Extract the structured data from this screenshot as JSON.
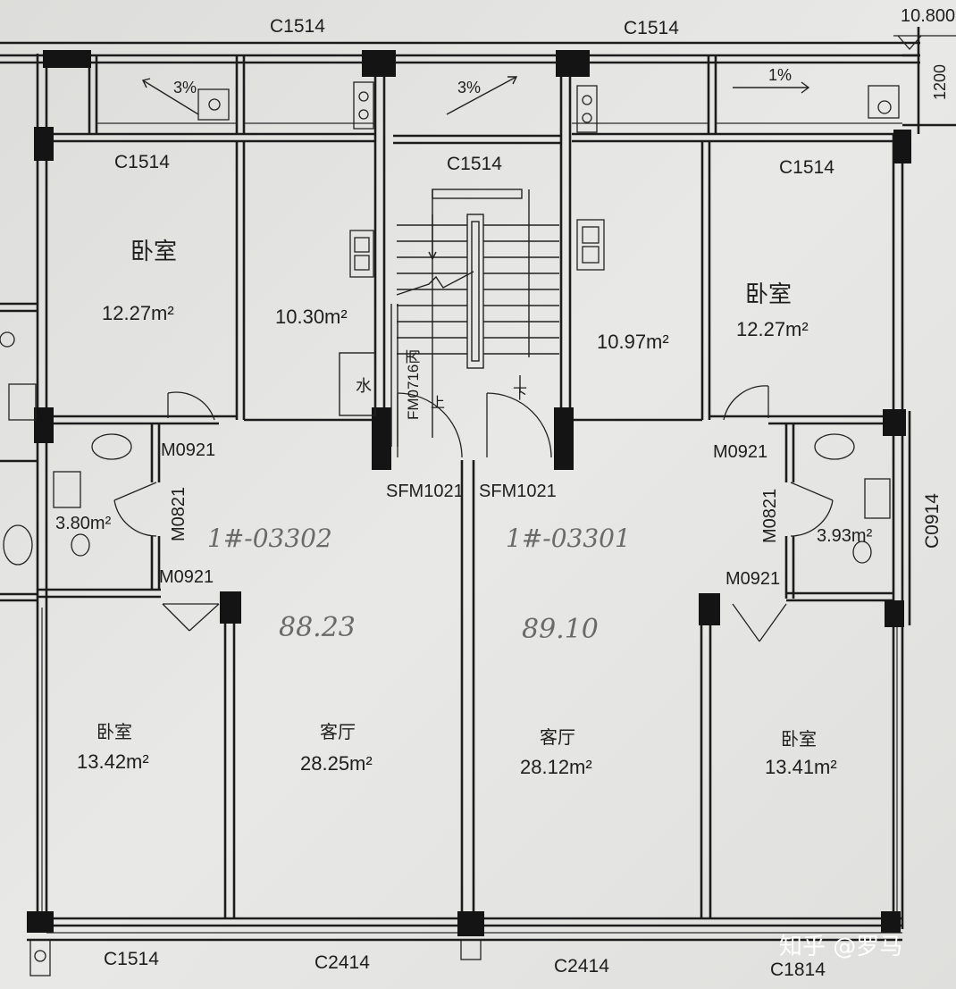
{
  "top_labels": {
    "elev": "10.800",
    "dim": "1200"
  },
  "windows": {
    "top_left": "C1514",
    "top_right": "C1514",
    "bed_tl": "C1514",
    "stair": "C1514",
    "bed_tr": "C1514",
    "bottom_left": "C1514",
    "bottom_mid1": "C2414",
    "bottom_mid2": "C2414",
    "bottom_right": "C1814",
    "side_right": "C0914"
  },
  "slopes": {
    "left": "3%",
    "mid": "3%",
    "right": "1%"
  },
  "rooms": {
    "bed_tl": {
      "name": "卧室",
      "area": "12.27m²"
    },
    "kitchen_l": {
      "area": "10.30m²"
    },
    "kitchen_r": {
      "area": "10.97m²"
    },
    "bed_tr": {
      "name": "卧室",
      "area": "12.27m²"
    },
    "bath_l": {
      "area": "3.80m²"
    },
    "bath_r": {
      "area": "3.93m²"
    },
    "bed_bl": {
      "name": "卧室",
      "area": "13.42m²"
    },
    "liv_l": {
      "name": "客厅",
      "area": "28.25m²"
    },
    "liv_r": {
      "name": "客厅",
      "area": "28.12m²"
    },
    "bed_br": {
      "name": "卧室",
      "area": "13.41m²"
    }
  },
  "doors": {
    "m0921_lt": "M0921",
    "m0821_l": "M0821",
    "m0921_lb": "M0921",
    "m0921_rt": "M0921",
    "m0821_r": "M0821",
    "m0921_rb": "M0921",
    "sfm_l": "SFM1021",
    "sfm_r": "SFM1021",
    "fm": "FM0716丙"
  },
  "stairs": {
    "up": "上",
    "down": "下",
    "water": "水"
  },
  "handwriting": {
    "unit_l": "1#-03302",
    "area_l": "88.23",
    "unit_r": "1#-03301",
    "area_r": "89.10"
  },
  "watermark": "知乎 @罗马"
}
